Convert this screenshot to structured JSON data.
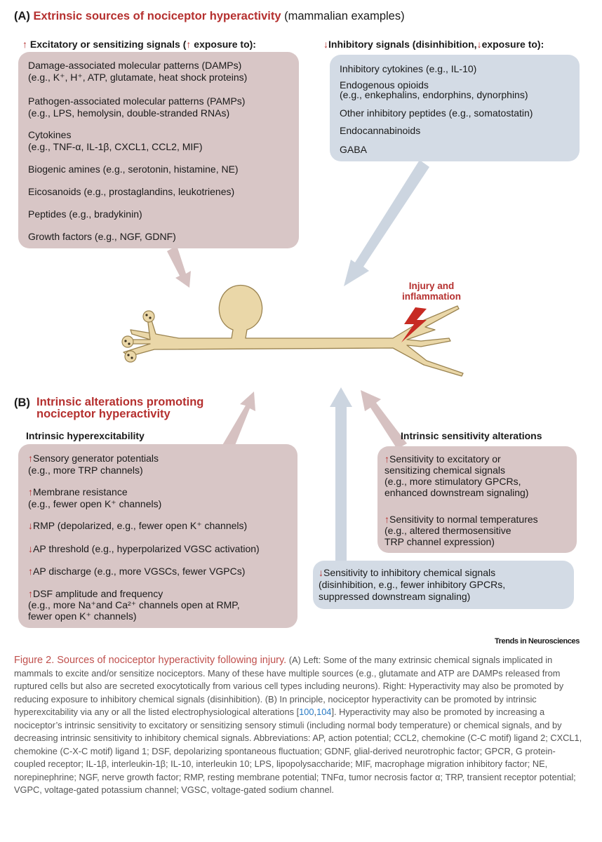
{
  "panel_a": {
    "label": "(A)",
    "title": "Extrinsic sources of nociceptor hyperactivity",
    "subtitle": "(mammalian examples)",
    "left_header_a": "Excitatory or sensitizing signals (",
    "left_header_b": "exposure to):",
    "right_header_a": "Inhibitory signals (disinhibition,",
    "right_header_b": "exposure to):",
    "excitatory_items": [
      "Damage-associated molecular patterns (DAMPs)\n  (e.g., K⁺, H⁺, ATP, glutamate, heat shock proteins)",
      "Pathogen-associated molecular patterns (PAMPs)\n  (e.g., LPS, hemolysin, double-stranded RNAs)",
      "Cytokines\n  (e.g., TNF-α, IL-1β, CXCL1, CCL2, MIF)",
      "Biogenic amines (e.g., serotonin, histamine, NE)",
      "Eicosanoids (e.g., prostaglandins, leukotrienes)",
      "Peptides (e.g., bradykinin)",
      "Growth factors (e.g., NGF, GDNF)"
    ],
    "inhibitory_items": [
      "Inhibitory cytokines (e.g., IL-10)",
      "Endogenous opioids\n  (e.g., enkephalins, endorphins, dynorphins)",
      "Other inhibitory peptides (e.g., somatostatin)",
      "Endocannabinoids",
      "GABA"
    ]
  },
  "injury_label": "Injury and\ninflammation",
  "panel_b": {
    "label": "(B)",
    "title": "Intrinsic alterations promoting\nnociceptor hyperactivity",
    "left_header": "Intrinsic hyperexcitability",
    "right_header": "Intrinsic sensitivity alterations",
    "hyperexcitability_items": [
      {
        "dir": "up",
        "text": "Sensory generator potentials\n  (e.g., more TRP channels)"
      },
      {
        "dir": "up",
        "text": "Membrane resistance\n  (e.g., fewer open K⁺ channels)"
      },
      {
        "dir": "down",
        "text": "RMP (depolarized, e.g., fewer open K⁺ channels)"
      },
      {
        "dir": "down",
        "text": "AP threshold (e.g., hyperpolarized VGSC activation)"
      },
      {
        "dir": "up",
        "text": "AP discharge (e.g., more VGSCs, fewer VGPCs)"
      },
      {
        "dir": "up",
        "text": "DSF amplitude and frequency\n  (e.g., more Na⁺and Ca²⁺ channels open at RMP,\n  fewer open K⁺ channels)"
      }
    ],
    "sensitivity_items": [
      {
        "dir": "up",
        "text": "Sensitivity to excitatory or\nsensitizing chemical signals\n  (e.g., more stimulatory GPCRs,\n   enhanced downstream signaling)"
      },
      {
        "dir": "up",
        "text": "Sensitivity to normal temperatures\n  (e.g., altered thermosensitive\n   TRP channel expression)"
      }
    ],
    "disinhibition_item": {
      "dir": "down",
      "text": "Sensitivity to inhibitory chemical signals\n  (disinhibition, e.g., fewer inhibitory GPCRs,\n   suppressed downstream signaling)"
    }
  },
  "brand": "Trends in Neurosciences",
  "caption": {
    "title": "Figure 2. Sources of nociceptor hyperactivity following injury.",
    "body_1": " (A) Left: Some of the many extrinsic chemical signals implicated in mammals to excite and/or sensitize nociceptors. Many of these have multiple sources (e.g., glutamate and ATP are DAMPs released from ruptured cells but also are secreted exocytotically from various cell types including neurons). Right: Hyperactivity may also be promoted by reducing exposure to inhibitory chemical signals (disinhibition). (B) In principle, nociceptor hyperactivity can be promoted by intrinsic hyperexcitability via any or all the listed electrophysiological alterations [",
    "ref_1": "100",
    "ref_sep": ",",
    "ref_2": "104",
    "body_2": "]. Hyperactivity may also be promoted by increasing a nociceptor’s intrinsic sensitivity to excitatory or sensitizing sensory stimuli (including normal body temperature) or chemical signals, and by decreasing intrinsic sensitivity to inhibitory chemical signals. Abbreviations: AP, action potential; CCL2, chemokine (C-C motif) ligand 2; CXCL1, chemokine (C-X-C motif) ligand 1; DSF, depolarizing spontaneous fluctuation; GDNF, glial-derived neurotrophic factor; GPCR, G protein-coupled receptor; IL-1β, interleukin-1β; IL-10, interleukin 10; LPS, lipopolysaccharide; MIF, macrophage migration inhibitory factor; NE, norepinephrine; NGF, nerve growth factor; RMP, resting membrane potential; TNFα, tumor necrosis factor α; TRP, transient receptor potential; VGPC, voltage-gated potassium channel; VGSC, voltage-gated sodium channel."
  },
  "colors": {
    "pink_box": "#d8c6c6",
    "blue_box": "#d3dbe5",
    "accent_red": "#b5302f",
    "neuron_fill": "#ead7a8",
    "neuron_stroke": "#9a8350"
  }
}
